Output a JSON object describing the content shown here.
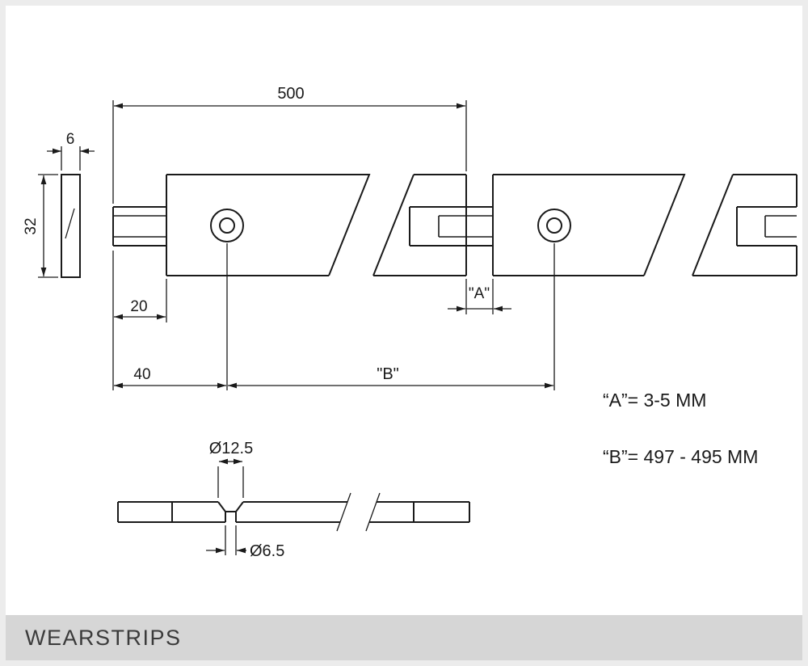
{
  "colors": {
    "line": "#1a1a1a",
    "frame": "#ececec",
    "footer_bg": "#d6d6d6",
    "footer_text": "#3b3b3b"
  },
  "dims": {
    "d500": "500",
    "d6": "6",
    "d32": "32",
    "d20": "20",
    "d40": "40",
    "dA": "\"A\"",
    "dB": "\"B\"",
    "dia_top": "Ø12.5",
    "dia_bottom": "Ø6.5"
  },
  "notes": {
    "a": "“A”= 3-5 MM",
    "b": "“B”= 497 - 495 MM"
  },
  "footer": {
    "title": "WEARSTRIPS"
  }
}
